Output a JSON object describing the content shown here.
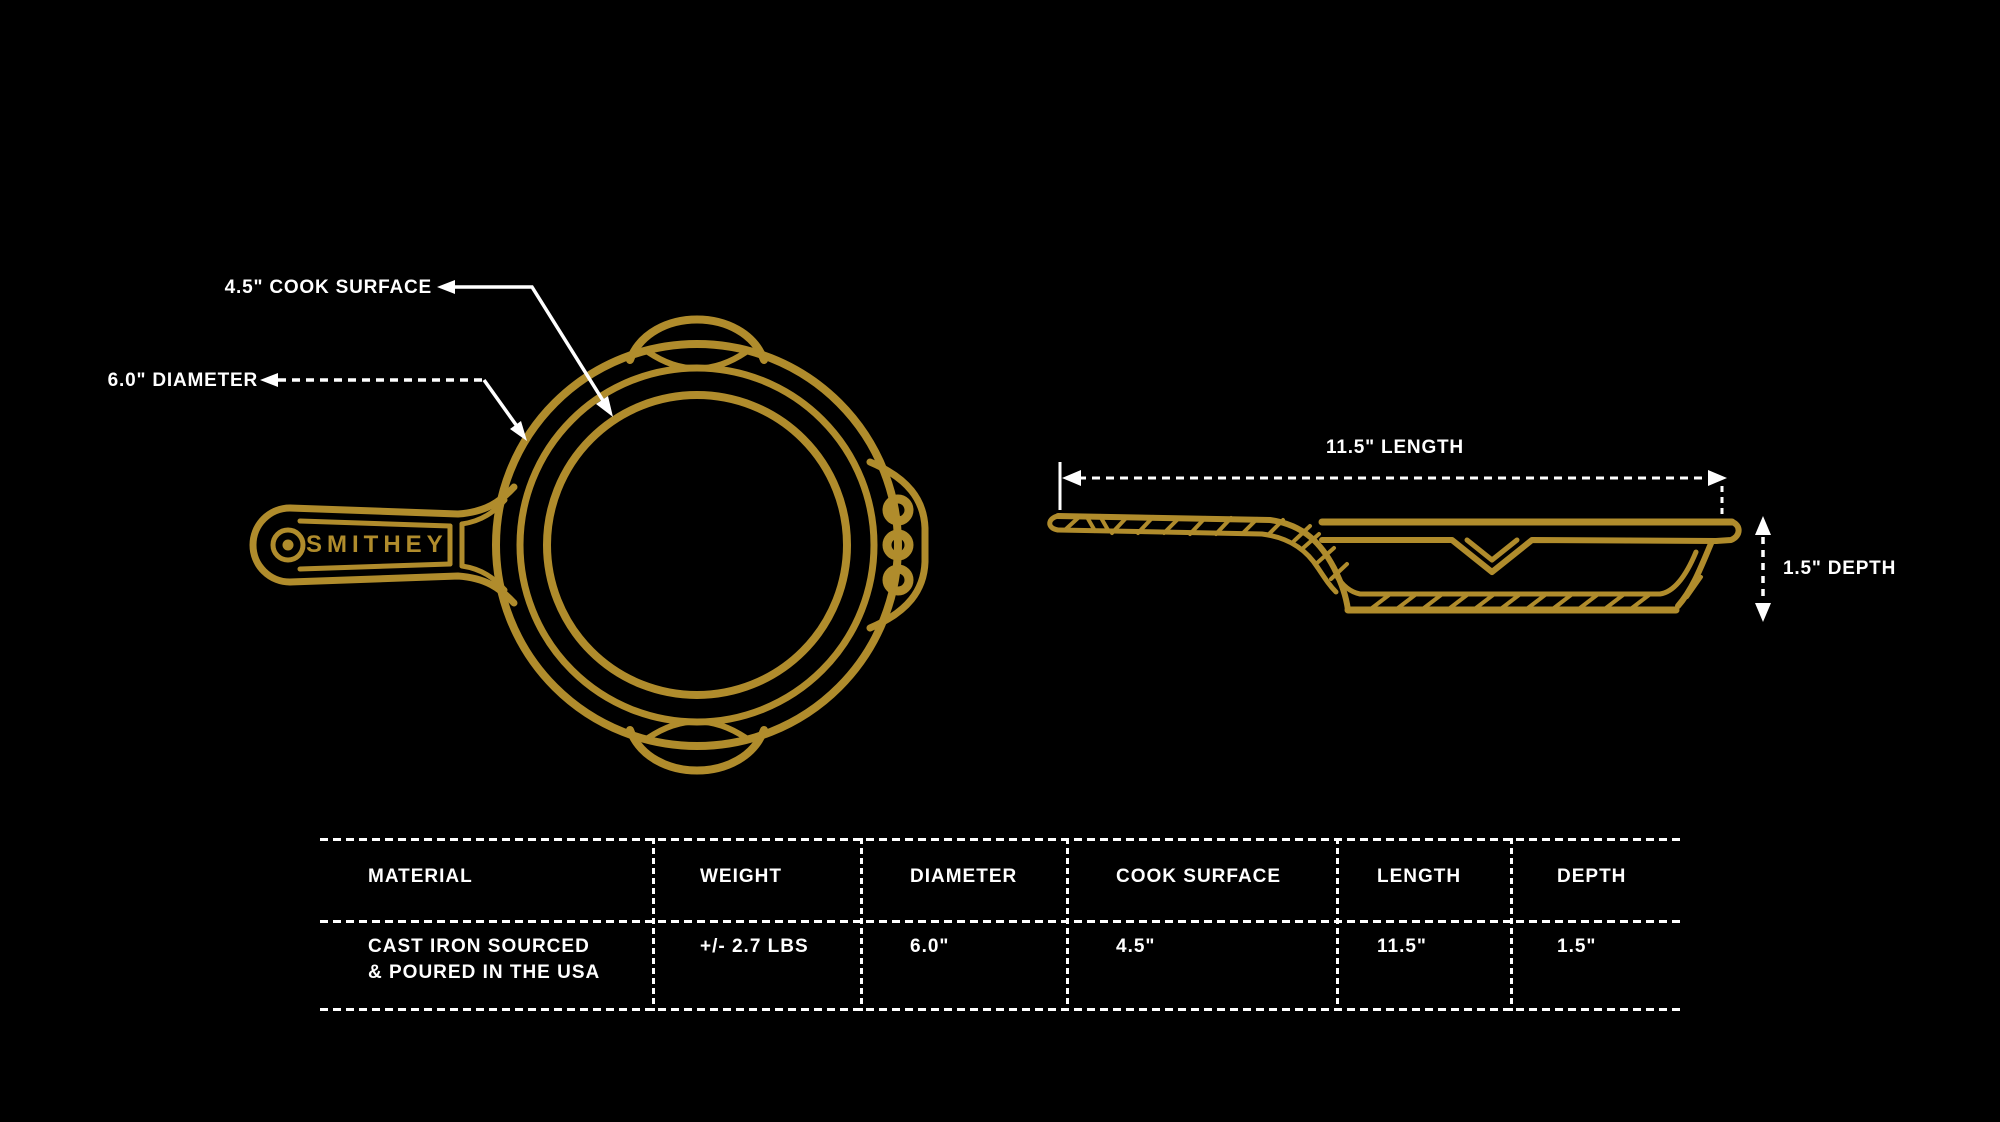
{
  "colors": {
    "background": "#000000",
    "gold": "#B08C2C",
    "line_white": "#FFFFFF"
  },
  "brand": {
    "logo_text": "SMITHEY"
  },
  "diagram": {
    "top_view": {
      "cook_surface_label": "4.5\" COOK SURFACE",
      "diameter_label": "6.0\" DIAMETER"
    },
    "side_view": {
      "length_label": "11.5\" LENGTH",
      "depth_label": "1.5\" DEPTH"
    }
  },
  "table": {
    "headers": [
      "MATERIAL",
      "WEIGHT",
      "DIAMETER",
      "COOK SURFACE",
      "LENGTH",
      "DEPTH"
    ],
    "row": {
      "material_line1": "CAST IRON SOURCED",
      "material_line2": "& POURED IN THE USA",
      "weight": "+/- 2.7 LBS",
      "diameter": "6.0\"",
      "cook_surface": "4.5\"",
      "length": "11.5\"",
      "depth": "1.5\""
    }
  }
}
